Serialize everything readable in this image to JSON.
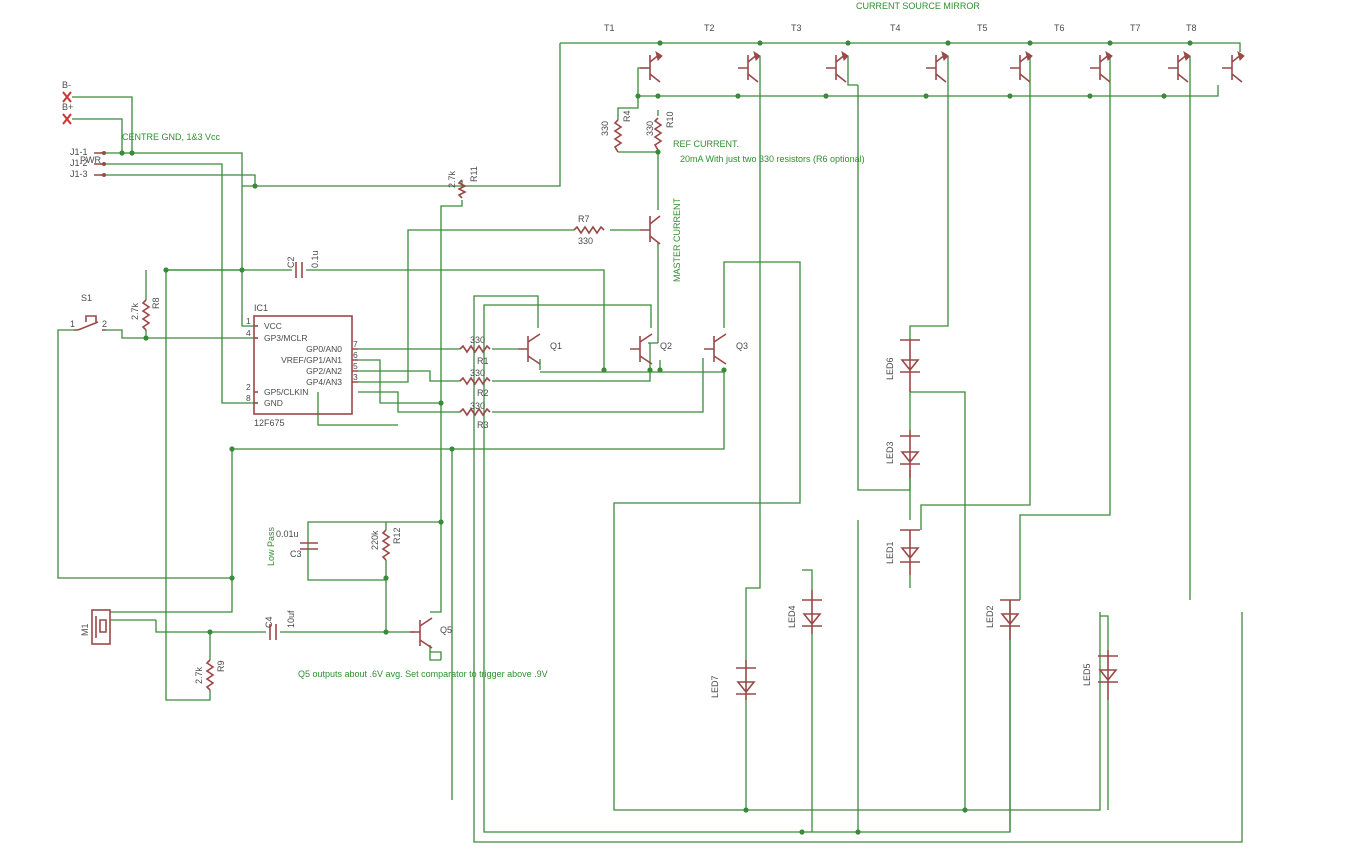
{
  "notes": {
    "mirror": "CURRENT SOURCE MIRROR",
    "centre_gnd": "CENTRE GND, 1&3 Vcc",
    "ref_current": "REF CURRENT.",
    "ref_note": "20mA With just two 330 resistors (R6 optional)",
    "master_current": "MASTER CURRENT",
    "low_pass": "Low Pass",
    "q5_note": "Q5 outputs about .6V avg. Set comparator to trigger above .9V"
  },
  "connectors": {
    "b_minus": "B-",
    "b_plus": "B+",
    "j1_1": "J1-1",
    "j1_2": "J1-2",
    "j1_3": "J1-3",
    "pwr": "PWR"
  },
  "switch": {
    "name": "S1",
    "pin1": "1",
    "pin2": "2"
  },
  "mic": {
    "name": "M1"
  },
  "ic": {
    "name": "IC1",
    "part": "12F675",
    "pins_left": [
      {
        "label": "VCC",
        "num": "1"
      },
      {
        "label": "GP3/MCLR",
        "num": "4"
      },
      {
        "label": "GP5/CLKIN",
        "num": "2"
      },
      {
        "label": "GND",
        "num": "8"
      }
    ],
    "pins_right": [
      {
        "label": "GP0/AN0",
        "num": "7"
      },
      {
        "label": "VREF/GP1/AN1",
        "num": "6"
      },
      {
        "label": "GP2/AN2",
        "num": "5"
      },
      {
        "label": "GP4/AN3",
        "num": "3"
      }
    ]
  },
  "transistors": {
    "mirror": [
      "T1",
      "T2",
      "T3",
      "T4",
      "T5",
      "T6",
      "T7",
      "T8"
    ],
    "q1": "Q1",
    "q2": "Q2",
    "q3": "Q3",
    "q5": "Q5"
  },
  "resistors": {
    "r1": {
      "name": "R1",
      "value": "330"
    },
    "r2": {
      "name": "R2",
      "value": "330"
    },
    "r3": {
      "name": "R3",
      "value": "330"
    },
    "r4": {
      "name": "R4",
      "value": "330"
    },
    "r7": {
      "name": "R7",
      "value": "330"
    },
    "r8": {
      "name": "R8",
      "value": "2.7k"
    },
    "r9": {
      "name": "R9",
      "value": "2.7k"
    },
    "r10": {
      "name": "R10",
      "value": "330"
    },
    "r11": {
      "name": "R11",
      "value": "2.7k"
    },
    "r12": {
      "name": "R12",
      "value": "220k"
    }
  },
  "capacitors": {
    "c2": {
      "name": "C2",
      "value": "0.1u"
    },
    "c3": {
      "name": "C3",
      "value": "0.01u"
    },
    "c4": {
      "name": "C4",
      "value": "10uf"
    }
  },
  "leds": {
    "led1": "LED1",
    "led2": "LED2",
    "led3": "LED3",
    "led4": "LED4",
    "led5": "LED5",
    "led6": "LED6",
    "led7": "LED7"
  }
}
